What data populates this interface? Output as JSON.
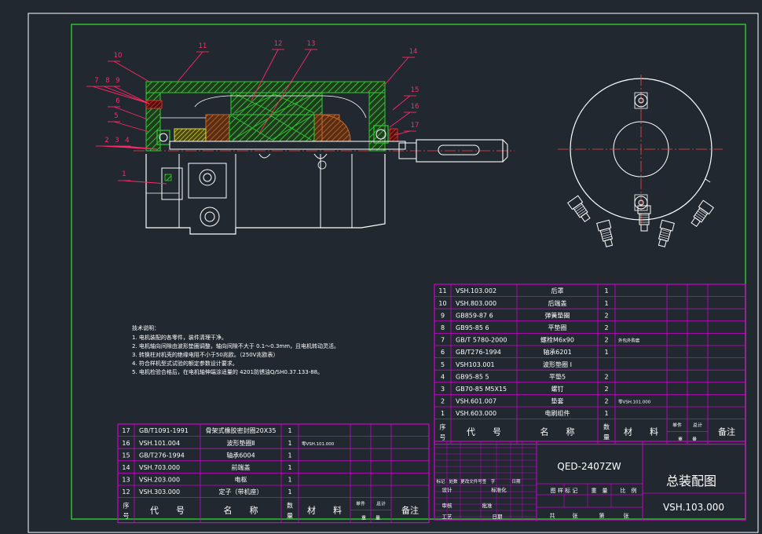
{
  "callouts": [
    "1",
    "2",
    "3",
    "4",
    "5",
    "6",
    "7",
    "8",
    "9",
    "10",
    "11",
    "12",
    "13",
    "14",
    "15",
    "16",
    "17"
  ],
  "notes": {
    "heading": "技术说明：",
    "lines": [
      "1. 电机装配的各零件，装件清理干净。",
      "2. 电机轴向间隙由波形垫圈调整，轴向间隙不大于 0.1～0.3mm，且电机转动灵活。",
      "3. 转换柱对机壳的绝缘电阻不小于50兆欧。（250V兆欧表）",
      "4. 符合样机型式试验的额定参数设计要求。",
      "5. 电机检验合格后，在电机轴伸端涂适量的 4201防锈油Q/SH0.37.133-88。"
    ]
  },
  "parts_upper": {
    "rows": [
      {
        "no": "11",
        "code": "VSH.103.002",
        "name": "后罩",
        "qty": "1",
        "note": ""
      },
      {
        "no": "10",
        "code": "VSH.803.000",
        "name": "后端盖",
        "qty": "1",
        "note": ""
      },
      {
        "no": "9",
        "code": "GB859-87 6",
        "name": "弹簧垫圈",
        "qty": "2",
        "note": ""
      },
      {
        "no": "8",
        "code": "GB95-85  6",
        "name": "平垫圈",
        "qty": "2",
        "note": ""
      },
      {
        "no": "7",
        "code": "GB/T 5780-2000",
        "name": "螺栓M6x90",
        "qty": "2",
        "note": "外包外购套"
      },
      {
        "no": "6",
        "code": "GB/T276-1994",
        "name": "轴承6201",
        "qty": "1",
        "note": ""
      },
      {
        "no": "5",
        "code": "VSH103.001",
        "name": "波形垫圈 I",
        "qty": "",
        "note": ""
      },
      {
        "no": "4",
        "code": "GB95-85 5",
        "name": "平垫5",
        "qty": "2",
        "note": ""
      },
      {
        "no": "3",
        "code": "GB70-85  M5X15",
        "name": "螺钉",
        "qty": "2",
        "note": ""
      },
      {
        "no": "2",
        "code": "VSH.601.007",
        "name": "垫套",
        "qty": "2",
        "note": "零VSH.101.000"
      },
      {
        "no": "1",
        "code": "VSH.603.000",
        "name": "电刷组件",
        "qty": "1",
        "note": ""
      }
    ],
    "header": {
      "seq": "序号",
      "code": "代　　号",
      "name": "名　　称",
      "qty": "数量",
      "material": "材　　料",
      "single": "单件",
      "total": "总计",
      "weight": "重　　量",
      "remark": "备注"
    }
  },
  "parts_lower": {
    "rows": [
      {
        "no": "17",
        "code": "GB/T1091-1991",
        "name": "骨架式橡胶密封圈20X35",
        "qty": "1",
        "note": ""
      },
      {
        "no": "16",
        "code": "VSH.101.004",
        "name": "波形垫圈Ⅱ",
        "qty": "1",
        "note": "零VSH.101.000"
      },
      {
        "no": "15",
        "code": "GB/T276-1994",
        "name": "轴承6004",
        "qty": "1",
        "note": ""
      },
      {
        "no": "14",
        "code": "VSH.703.000",
        "name": "前端盖",
        "qty": "1",
        "note": ""
      },
      {
        "no": "13",
        "code": "VSH.203.000",
        "name": "电枢",
        "qty": "1",
        "note": ""
      },
      {
        "no": "12",
        "code": "VSH.303.000",
        "name": "定子（带机座）",
        "qty": "1",
        "note": ""
      }
    ],
    "header": {
      "seq": "序号",
      "code": "代　　号",
      "name": "名　　称",
      "qty": "数量",
      "material": "材　　料",
      "single": "单件",
      "total": "总计",
      "weight": "重　　量",
      "remark": "备注"
    }
  },
  "title_block": {
    "model": "QED-2407ZW",
    "drawing_title": "总装配图",
    "drawing_no": "VSH.103.000",
    "rev_labels": [
      "标记",
      "处数",
      "更改文件号",
      "签　字",
      "日期"
    ],
    "left_labels": [
      "设计",
      "审核",
      "工艺"
    ],
    "std": "标准化",
    "approve": "批准",
    "date": "日期",
    "stage_labels": [
      "图 样 标 记",
      "重　量",
      "比　例"
    ],
    "sheet_labels": [
      "共",
      "张",
      "第",
      "张"
    ]
  },
  "colors": {
    "bg": "#212830",
    "frame": "#2ecc2e",
    "table": "#d000d0",
    "text": "#ffffff",
    "leader": "#ff2a6a",
    "gold": "#e8d84a",
    "hatch_green": "#2ea82e",
    "hatch_brown": "#a65a28",
    "red": "#ff2020",
    "yellow": "#e0e040"
  }
}
